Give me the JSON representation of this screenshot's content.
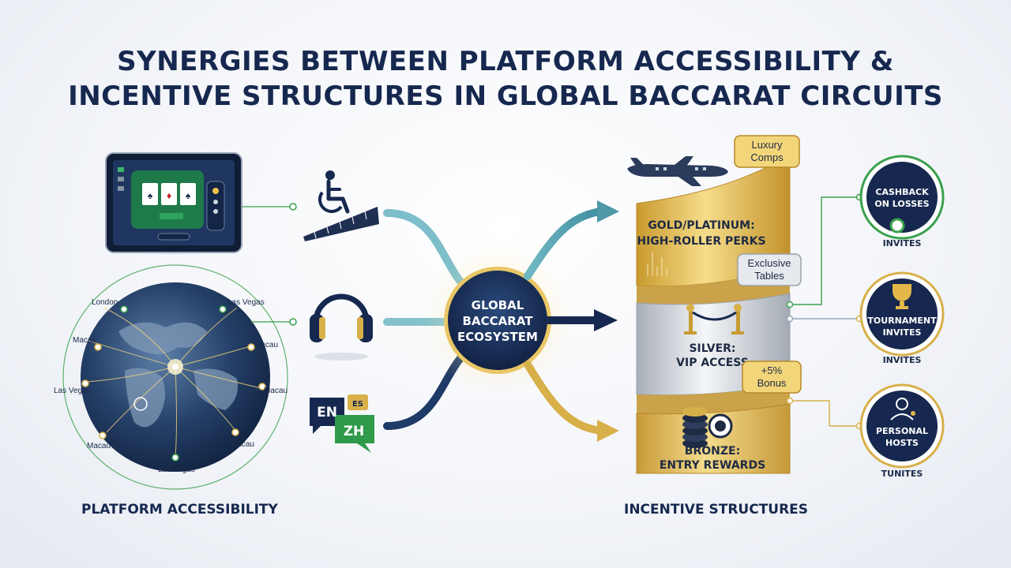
{
  "title": {
    "line1": "SYNERGIES BETWEEN PLATFORM ACCESSIBILITY &",
    "line2": "INCENTIVE STRUCTURES IN GLOBAL BACCARAT CIRCUITS"
  },
  "hub": {
    "line1": "GLOBAL",
    "line2": "BACCARAT",
    "line3": "ECOSYSTEM"
  },
  "left": {
    "section_label": "PLATFORM ACCESSIBILITY",
    "cities": [
      "London",
      "Las Vegas",
      "Macau",
      "Macau",
      "Las Vegas",
      "Macau",
      "Macau",
      "Macau",
      "Las Vegas"
    ],
    "language_tags": {
      "en": "EN",
      "zh": "ZH",
      "es": "ES"
    }
  },
  "right": {
    "section_label": "INCENTIVE STRUCTURES",
    "tiers": {
      "gold": {
        "line1": "GOLD/PLATINUM:",
        "line2": "HIGH-ROLLER PERKS"
      },
      "silver": {
        "line1": "SILVER:",
        "line2": "VIP ACCESS"
      },
      "bronze": {
        "line1": "BRONZE:",
        "line2": "ENTRY REWARDS"
      }
    },
    "tags": {
      "luxury": {
        "line1": "Luxury",
        "line2": "Comps"
      },
      "exclusive": {
        "line1": "Exclusive",
        "line2": "Tables"
      },
      "bonus": {
        "line1": "+5%",
        "line2": "Bonus"
      }
    },
    "rewards": [
      {
        "line1": "CASHBACK",
        "line2": "ON LOSSES",
        "sub": "INVITES"
      },
      {
        "line1": "TOURNAMENT",
        "line2": "INVITES",
        "sub": "INVITES"
      },
      {
        "line1": "PERSONAL",
        "line2": "HOSTS",
        "sub": "TUNITES"
      }
    ]
  },
  "colors": {
    "navy": "#16284f",
    "gold": "#d8b04a",
    "teal": "#4e98a8",
    "silver": "#c9ced6",
    "green": "#3aa14c"
  }
}
